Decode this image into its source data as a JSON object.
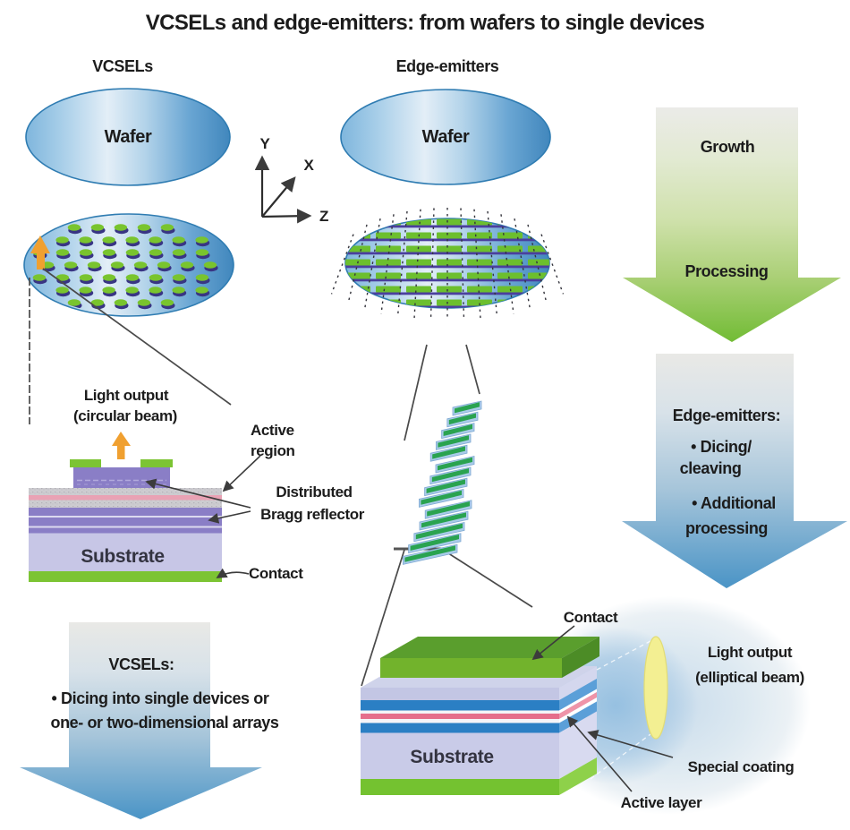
{
  "title": "VCSELs and edge-emitters: from wafers to single devices",
  "headers": {
    "left": "VCSELs",
    "right": "Edge-emitters"
  },
  "axes": {
    "x": "X",
    "y": "Y",
    "z": "Z"
  },
  "vcsel": {
    "wafer_label": "Wafer",
    "light_output_line1": "Light output",
    "light_output_line2": "(circular beam)",
    "active_region_line1": "Active",
    "active_region_line2": "region",
    "dbr_line1": "Distributed",
    "dbr_line2": "Bragg reflector",
    "substrate_label": "Substrate",
    "contact_label": "Contact"
  },
  "edge": {
    "wafer_label": "Wafer",
    "contact_label": "Contact",
    "substrate_label": "Substrate",
    "light_output_line1": "Light output",
    "light_output_line2": "(elliptical beam)",
    "special_coating_label": "Special coating",
    "active_layer_label": "Active layer"
  },
  "arrows": {
    "growth_processing": {
      "top_label": "Growth",
      "bottom_label": "Processing"
    },
    "edge_steps": {
      "title": "Edge-emitters:",
      "line1": "• Dicing/",
      "line2": "cleaving",
      "line3": "• Additional",
      "line4": "processing"
    },
    "vcsel_steps": {
      "title": "VCSELs:",
      "line1": "• Dicing into single devices or",
      "line2": "one- or two-dimensional arrays"
    }
  },
  "colors": {
    "wafer_edge": "#2f7cb2",
    "dot_green": "#79c42e",
    "dot_shadow": "#393584",
    "stripe_green": "#6cbf2e",
    "stripe_purple": "#4b3f9e",
    "bar_green": "#2aa350",
    "bar_blue": "#a9cbe9",
    "bar_blue_edge": "#7fa9d2",
    "orange": "#f0a030",
    "line_gray": "#3c3c3c",
    "arrow_green_end": "#72bc35",
    "arrow_blue_end": "#4a94c6"
  }
}
